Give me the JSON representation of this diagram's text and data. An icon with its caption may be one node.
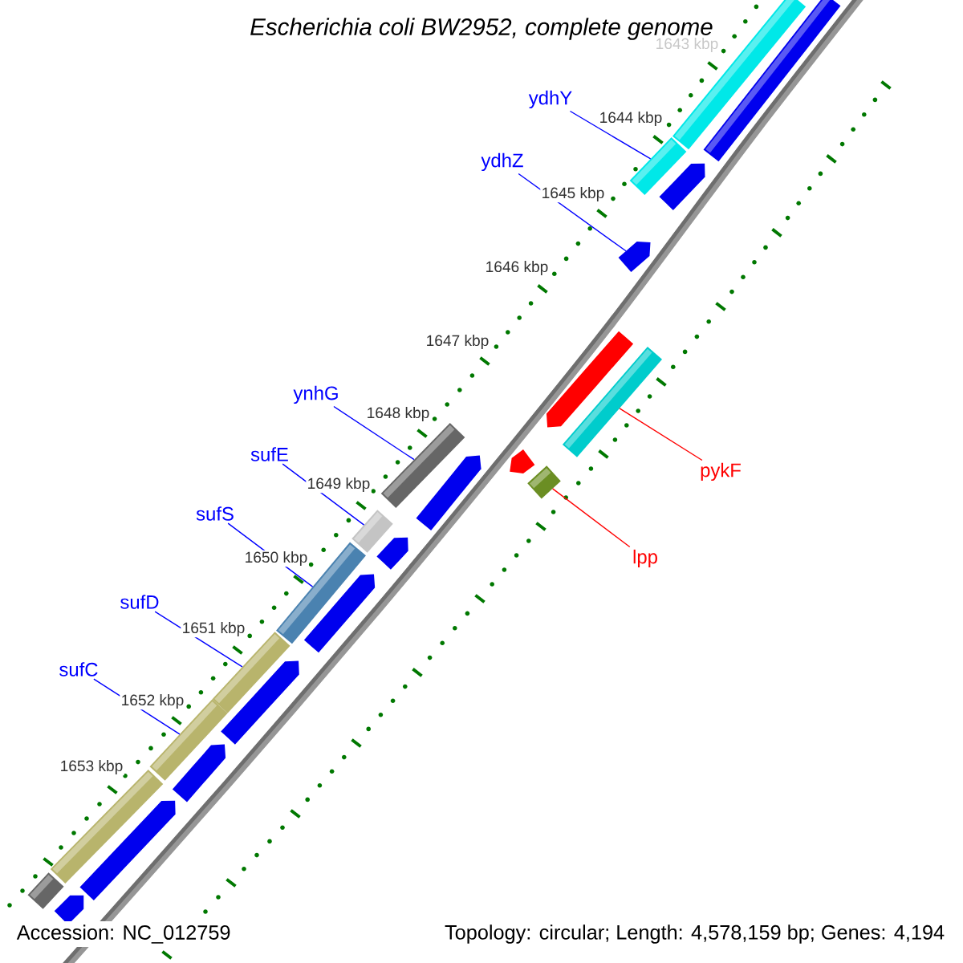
{
  "diagram": {
    "title": "Escherichia coli BW2952, complete genome",
    "nodes": [
      {
        "text": [
          "ydhY"
        ]
      },
      {
        "text": [
          "ydhZ"
        ]
      },
      {
        "text": [
          "ynhG"
        ]
      },
      {
        "text": [
          "sufE"
        ]
      },
      {
        "text": [
          "pykF"
        ]
      },
      {
        "text": [
          "sufS"
        ]
      },
      {
        "text": [
          "lpp"
        ]
      },
      {
        "text": [
          "sufD"
        ]
      },
      {
        "text": [
          "sufC"
        ]
      },
      {
        "text": [],
        "shape": "bar"
      },
      {
        "text": [],
        "shape": "bar"
      },
      {
        "text": [],
        "shape": "bar"
      },
      {
        "text": [],
        "shape": "arrow"
      },
      {
        "text": [],
        "shape": "arrow"
      },
      {
        "text": [],
        "shape": "arrow"
      },
      {
        "text": [],
        "shape": "bar"
      },
      {
        "text": [],
        "shape": "arrow"
      },
      {
        "text": [],
        "shape": "bar"
      },
      {
        "text": [],
        "shape": "bar"
      },
      {
        "text": [],
        "shape": "arrow"
      },
      {
        "text": [],
        "shape": "bar"
      },
      {
        "text": [],
        "shape": "arrow"
      },
      {
        "text": [],
        "shape": "bar"
      },
      {
        "text": [],
        "shape": "arrow"
      },
      {
        "text": [],
        "shape": "bar"
      },
      {
        "text": [],
        "shape": "arrow"
      },
      {
        "text": [],
        "shape": "bar"
      },
      {
        "text": [],
        "shape": "arrow"
      },
      {
        "text": [],
        "shape": "bar"
      },
      {
        "text": [],
        "shape": "arrow"
      },
      {
        "text": [],
        "shape": "bar"
      },
      {
        "text": [],
        "shape": "arrow"
      }
    ],
    "edges": [
      {
        "from": 0,
        "to": 11,
        "arrow": "none"
      },
      {
        "from": 1,
        "to": 13,
        "arrow": "none"
      },
      {
        "from": 2,
        "to": 17,
        "arrow": "none"
      },
      {
        "from": 3,
        "to": 20,
        "arrow": "none"
      },
      {
        "from": 4,
        "to": 15,
        "arrow": "none",
        "color": "#ff0000"
      },
      {
        "from": 5,
        "to": 22,
        "arrow": "none"
      },
      {
        "from": 6,
        "to": 18,
        "arrow": "none",
        "color": "#ff0000"
      },
      {
        "from": 7,
        "to": 24,
        "arrow": "none"
      },
      {
        "from": 8,
        "to": 26,
        "arrow": "none"
      }
    ],
    "labels": [
      "1643 kbp",
      "1644 kbp",
      "1645 kbp",
      "1646 kbp",
      "1647 kbp",
      "1648 kbp",
      "1649 kbp",
      "1650 kbp",
      "1651 kbp",
      "1652 kbp",
      "1653 kbp",
      "Accession: NC_012759",
      "Topology: circular; Length: 4,578,159 bp; Genes: 4,194"
    ]
  }
}
